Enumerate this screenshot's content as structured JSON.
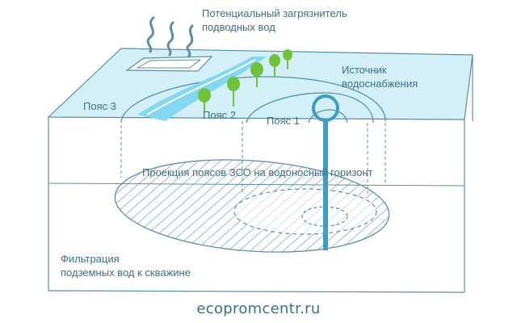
{
  "labels": {
    "pollutant_line1": "Потенциальный загрязнитель",
    "pollutant_line2": "подводных вод",
    "source_line1": "Источник",
    "source_line2": "водоснабжения",
    "zone3": "Пояс 3",
    "zone2": "Пояс 2",
    "zone1": "Пояс 1",
    "projection": "Проекция поясов ЗСО на водоносный горизонт",
    "filtration_line1": "Фильтрация",
    "filtration_line2": "подземных вод к скважине",
    "website": "ecopromcentr.ru"
  },
  "colors": {
    "line": "#5b8fa8",
    "surface": "#cfeef7",
    "river": "#7fd6f0",
    "tree": "#6fc23a",
    "well": "#3f9bc7"
  },
  "icons": {
    "smoke": "smoke-wave-icon",
    "factory": "factory-roof-icon",
    "tree": "tree-icon",
    "well": "well-ring-icon"
  }
}
